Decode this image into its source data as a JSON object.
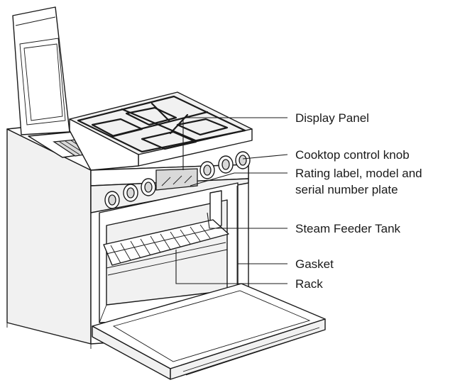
{
  "callouts": [
    {
      "id": "display-panel",
      "lines": [
        "Display Panel"
      ]
    },
    {
      "id": "cooktop-control-knob",
      "lines": [
        "Cooktop control knob"
      ]
    },
    {
      "id": "rating-label",
      "lines": [
        "Rating label, model and",
        "serial number plate"
      ]
    },
    {
      "id": "steam-feeder-tank",
      "lines": [
        "Steam Feeder Tank"
      ]
    },
    {
      "id": "gasket",
      "lines": [
        "Gasket"
      ]
    },
    {
      "id": "rack",
      "lines": [
        "Rack"
      ]
    }
  ],
  "colors": {
    "line": "#1a1a1a",
    "background": "#ffffff",
    "shade": "#f1f1f1"
  }
}
